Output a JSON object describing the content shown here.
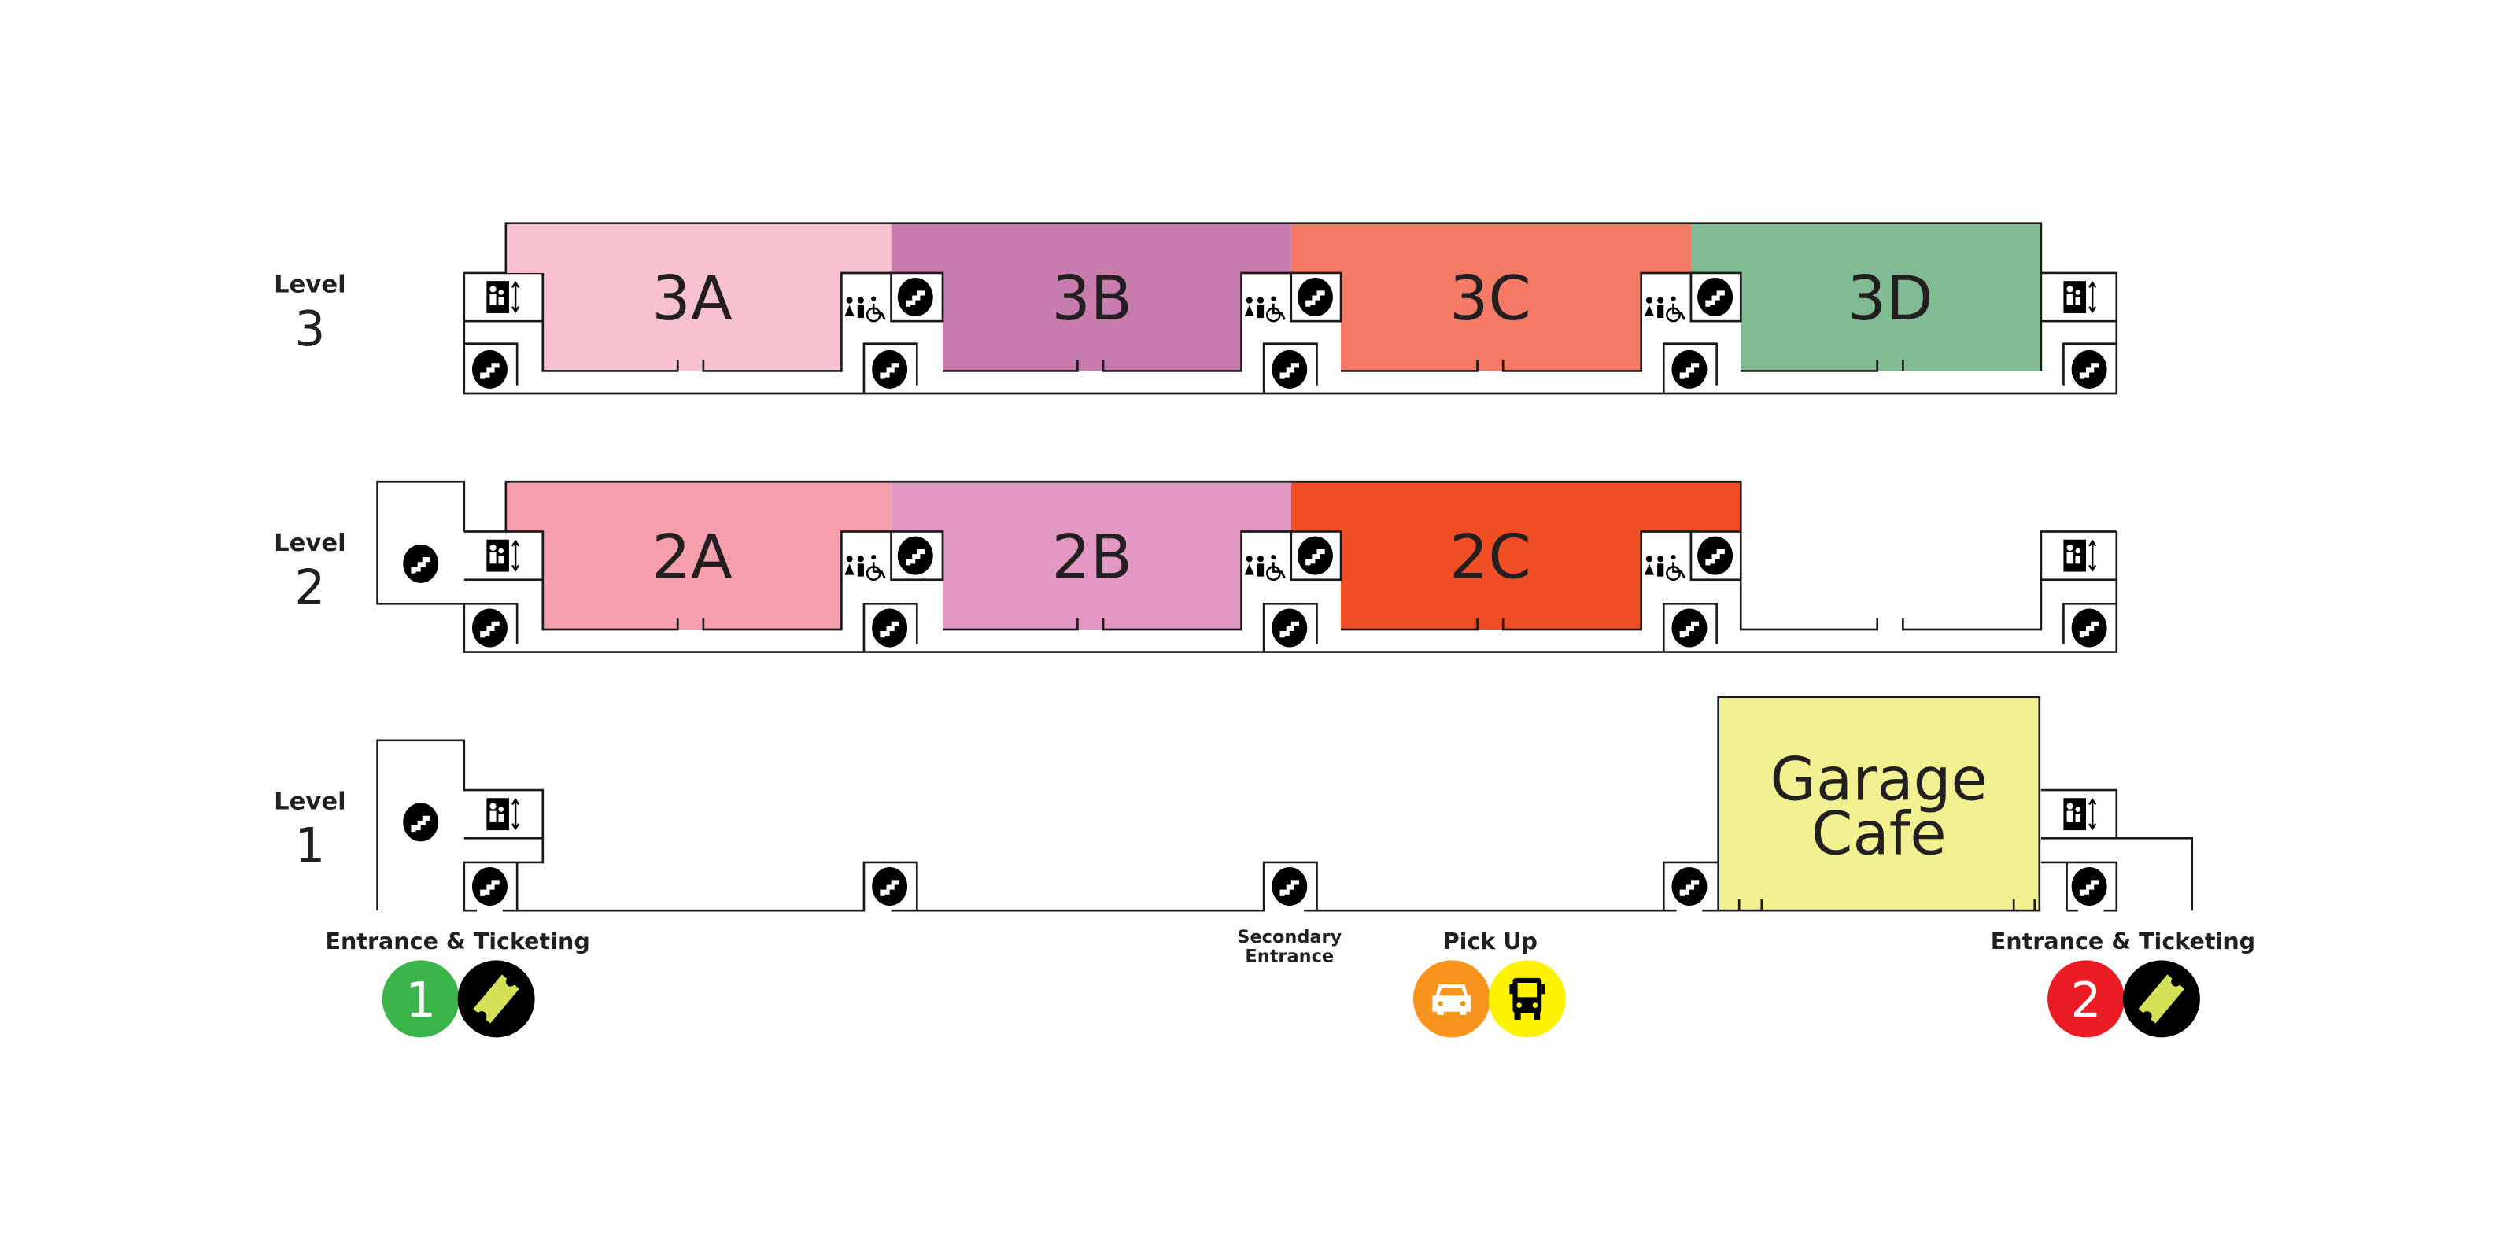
{
  "map": {
    "levels": [
      {
        "word": "Level",
        "number": "3"
      },
      {
        "word": "Level",
        "number": "2"
      },
      {
        "word": "Level",
        "number": "1"
      }
    ],
    "galleries": [
      {
        "name": "3A",
        "color": "#f8c1d0"
      },
      {
        "name": "3B",
        "color": "#c77cad"
      },
      {
        "name": "3C",
        "color": "#f47a66"
      },
      {
        "name": "3D",
        "color": "#80bb93"
      },
      {
        "name": "2A",
        "color": "#f49fab"
      },
      {
        "name": "2B",
        "color": "#e397c5"
      },
      {
        "name": "2C",
        "color": "#f04e24"
      }
    ],
    "cafe": {
      "line1": "Garage",
      "line2": "Cafe",
      "color": "#f1f191"
    },
    "entrances": [
      {
        "label": "Entrance & Ticketing",
        "number": "1",
        "color": "#3bb44a",
        "icon": "ticket-icon"
      },
      {
        "label": "Entrance & Ticketing",
        "number": "2",
        "color": "#ec1c24",
        "icon": "ticket-icon"
      }
    ],
    "secondary_entrance": {
      "line1": "Secondary",
      "line2": "Entrance"
    },
    "pickup": {
      "label": "Pick Up",
      "car_color": "#f7941d",
      "bus_color": "#fff200",
      "icons": [
        "car-icon",
        "bus-icon"
      ]
    },
    "ticket_color": "#d4e157"
  }
}
